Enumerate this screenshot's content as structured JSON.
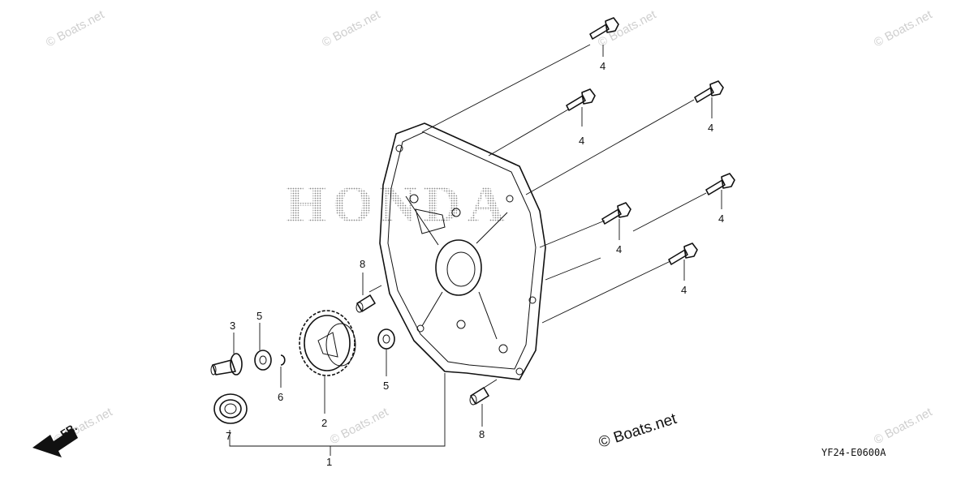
{
  "diagram": {
    "brand_watermark": "HONDA",
    "copyright_notice": "© Boats.net",
    "drawing_code": "YF24-E0600A",
    "direction_marker": "FR.",
    "watermark_text": "© Boats.net",
    "callouts": {
      "case_cover": "1",
      "gear": "2",
      "shaft": "3",
      "bolt_top": "4",
      "bolt_upper_left": "4",
      "bolt_upper_right": "4",
      "bolt_mid_left": "4",
      "bolt_mid_right": "4",
      "bolt_lower_right": "4",
      "washer_left": "5",
      "washer_right": "5",
      "clip": "6",
      "oil_seal": "7",
      "dowel_upper": "8",
      "dowel_lower": "8"
    }
  }
}
